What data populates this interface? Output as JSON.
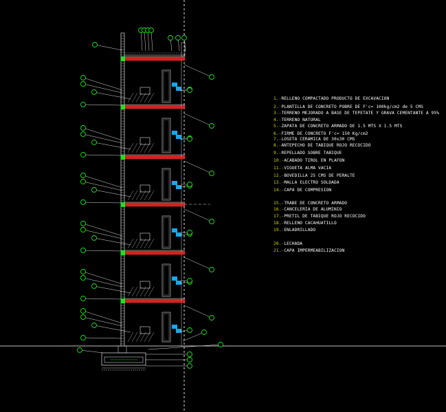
{
  "legend": [
    {
      "n": "1.-",
      "t": "RELLENO COMPACTADO PRODUCTO DE EXCAVACION"
    },
    {
      "n": "2.-",
      "t": "PLANTILLA DE CONCRETO POBRE DE F'c= 100kg/cm2 de 5 CMS"
    },
    {
      "n": "3.-",
      "t": "TERRENO MEJORADO A BASE DE TEPETATE Y GRAVA CEMENTANTE A 95%"
    },
    {
      "n": "4.-",
      "t": "TERRENO NATURAL"
    },
    {
      "n": "5.-",
      "t": "ZAPATA DE CONCRETO ARMADO DE 1.5 MTS X 1.5 MTS"
    },
    {
      "n": "6.-",
      "t": "FIRME DE CONCRETO F'c= 150 Kg/cm2"
    },
    {
      "n": "7.-",
      "t": "LOSETA CERAMICA DE 30x30 CMS"
    },
    {
      "n": "8.-",
      "t": "ANTEPECHO DE TABIQUE ROJO RECOCIDO"
    },
    {
      "n": "9.-",
      "t": "REPELLADO SOBRE TABIQUE"
    },
    {
      "n": "10.-",
      "t": "ACABADO TIROL EN PLAFON"
    },
    {
      "n": "11.-",
      "t": "VIGUETA ALMA VACIA"
    },
    {
      "n": "12.-",
      "t": "BOVEDILLA 25 CMS DE PERALTE"
    },
    {
      "n": "13.-",
      "t": "MALLA ELECTRO SOLDADA"
    },
    {
      "n": "14.-",
      "t": "CAPA DE COMPRESION"
    },
    {
      "n": "15.-",
      "t": "TRABE DE CONCRETO ARMADO"
    },
    {
      "n": "16.-",
      "t": "CANCELERIA DE ALUMINIO"
    },
    {
      "n": "17.-",
      "t": "PRETIL DE TABIQUE ROJO RECOCIDO"
    },
    {
      "n": "18.-",
      "t": "RELLENO CACAHUATILLO"
    },
    {
      "n": "19.-",
      "t": "ENLADRILLADO"
    },
    {
      "n": "20.-",
      "t": "LECHADA"
    },
    {
      "n": "21.-",
      "t": "CAPA IMPERMEABILIZACION"
    }
  ],
  "colors": {
    "background": "#000000",
    "slab": "#d42020",
    "wall": "#c8c8c8",
    "callout": "#19e619",
    "glass": "#16a8e8",
    "legend_number": "#d8d80a",
    "legend_text": "#ffffff"
  }
}
